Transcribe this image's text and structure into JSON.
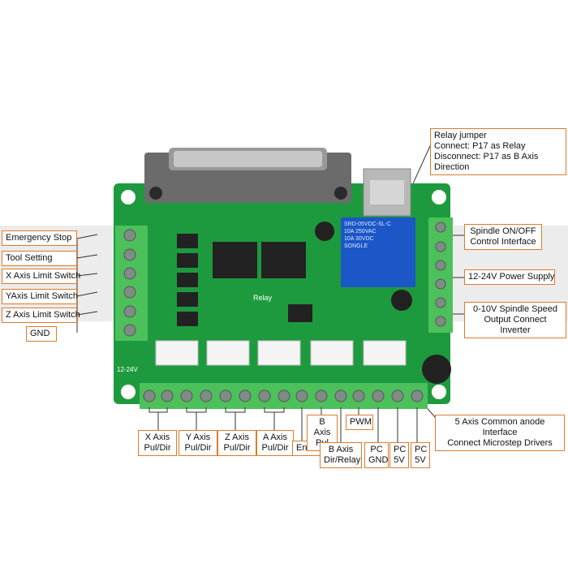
{
  "callouts": {
    "relay_jumper": {
      "line1": "Relay jumper",
      "line2": "Connect: P17 as Relay",
      "line3": "Disconnect: P17 as B Axis Direction"
    },
    "left": [
      "Emergency Stop",
      "Tool Setting",
      "X Axis Limit Switch",
      "YAxis Limit Switch",
      "Z Axis Limit Switch",
      "GND"
    ],
    "right": {
      "spindle_onoff": [
        "Spindle ON/OFF",
        "Control Interface"
      ],
      "power": "12-24V Power Supply",
      "spindle_speed": [
        "0-10V Spindle Speed",
        "Output Connect Inverter"
      ],
      "common_anode": [
        "5 Axis Common anode Interface",
        "Connect Microstep Drivers"
      ]
    },
    "bottom": {
      "x_axis": [
        "X Axis",
        "Pul/Dir"
      ],
      "y_axis": [
        "Y Axis",
        "Pul/Dir"
      ],
      "z_axis": [
        "Z Axis",
        "Pul/Dir"
      ],
      "a_axis": [
        "A Axis",
        "Pul/Dir"
      ],
      "enable": "Enable",
      "b_axis_pul": [
        "B Axis",
        "Pul"
      ],
      "b_axis_dir": [
        "B Axis",
        "Dir/Relay"
      ],
      "pwm": "PWM",
      "pc_gnd": [
        "PC",
        "GND"
      ],
      "pc_5v_1": [
        "PC",
        "5V"
      ],
      "pc_5v_2": [
        "PC",
        "5V"
      ]
    }
  },
  "board": {
    "relay_text": [
      "SRD-05VDC-SL-C",
      "10A 250VAC",
      "10A 30VDC",
      "SONGLE"
    ],
    "silk_12_24v": "12-24V",
    "silk_relay": "Relay",
    "colors": {
      "pcb": "#1e9a3e",
      "terminal": "#4cc05a",
      "callout_border": "#e07a2a",
      "relay": "#1b57c7"
    }
  }
}
